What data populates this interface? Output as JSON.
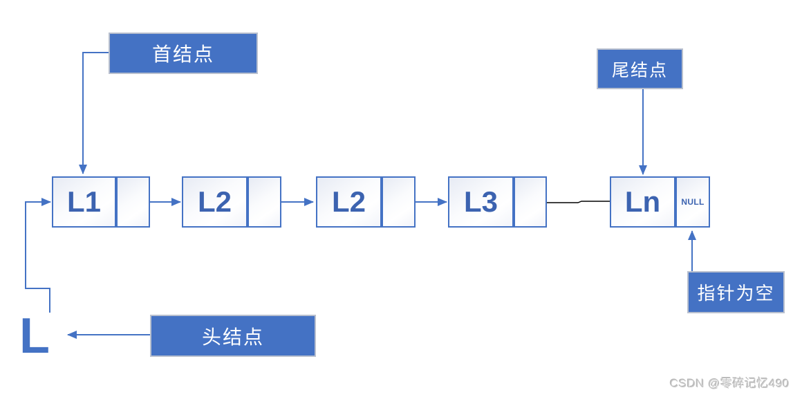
{
  "diagram": {
    "callouts": {
      "first_node": "首结点",
      "tail_node": "尾结点",
      "head_node": "头结点",
      "null_pointer": "指针为空"
    },
    "head_pointer_label": "L",
    "nodes": [
      {
        "label": "L1",
        "pointer": ""
      },
      {
        "label": "L2",
        "pointer": ""
      },
      {
        "label": "L2",
        "pointer": ""
      },
      {
        "label": "L3",
        "pointer": ""
      },
      {
        "label": "Ln",
        "pointer": "NULL"
      }
    ],
    "colors": {
      "accent": "#4472C4",
      "node_text": "#3C63B0",
      "continuation_line": "#000000",
      "callout_fill": "#4472C4"
    }
  },
  "watermark": "CSDN @零碎记忆490"
}
